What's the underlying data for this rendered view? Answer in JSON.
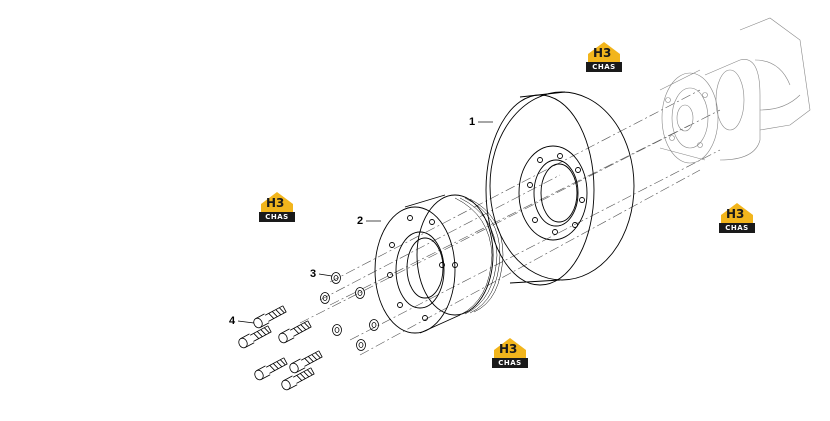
{
  "callouts": [
    {
      "id": "1",
      "text": "1"
    },
    {
      "id": "2",
      "text": "2"
    },
    {
      "id": "3",
      "text": "3"
    },
    {
      "id": "4",
      "text": "4"
    }
  ],
  "watermark": {
    "letters": "H3",
    "sub": "CHAS",
    "color": "#f2b51c"
  }
}
